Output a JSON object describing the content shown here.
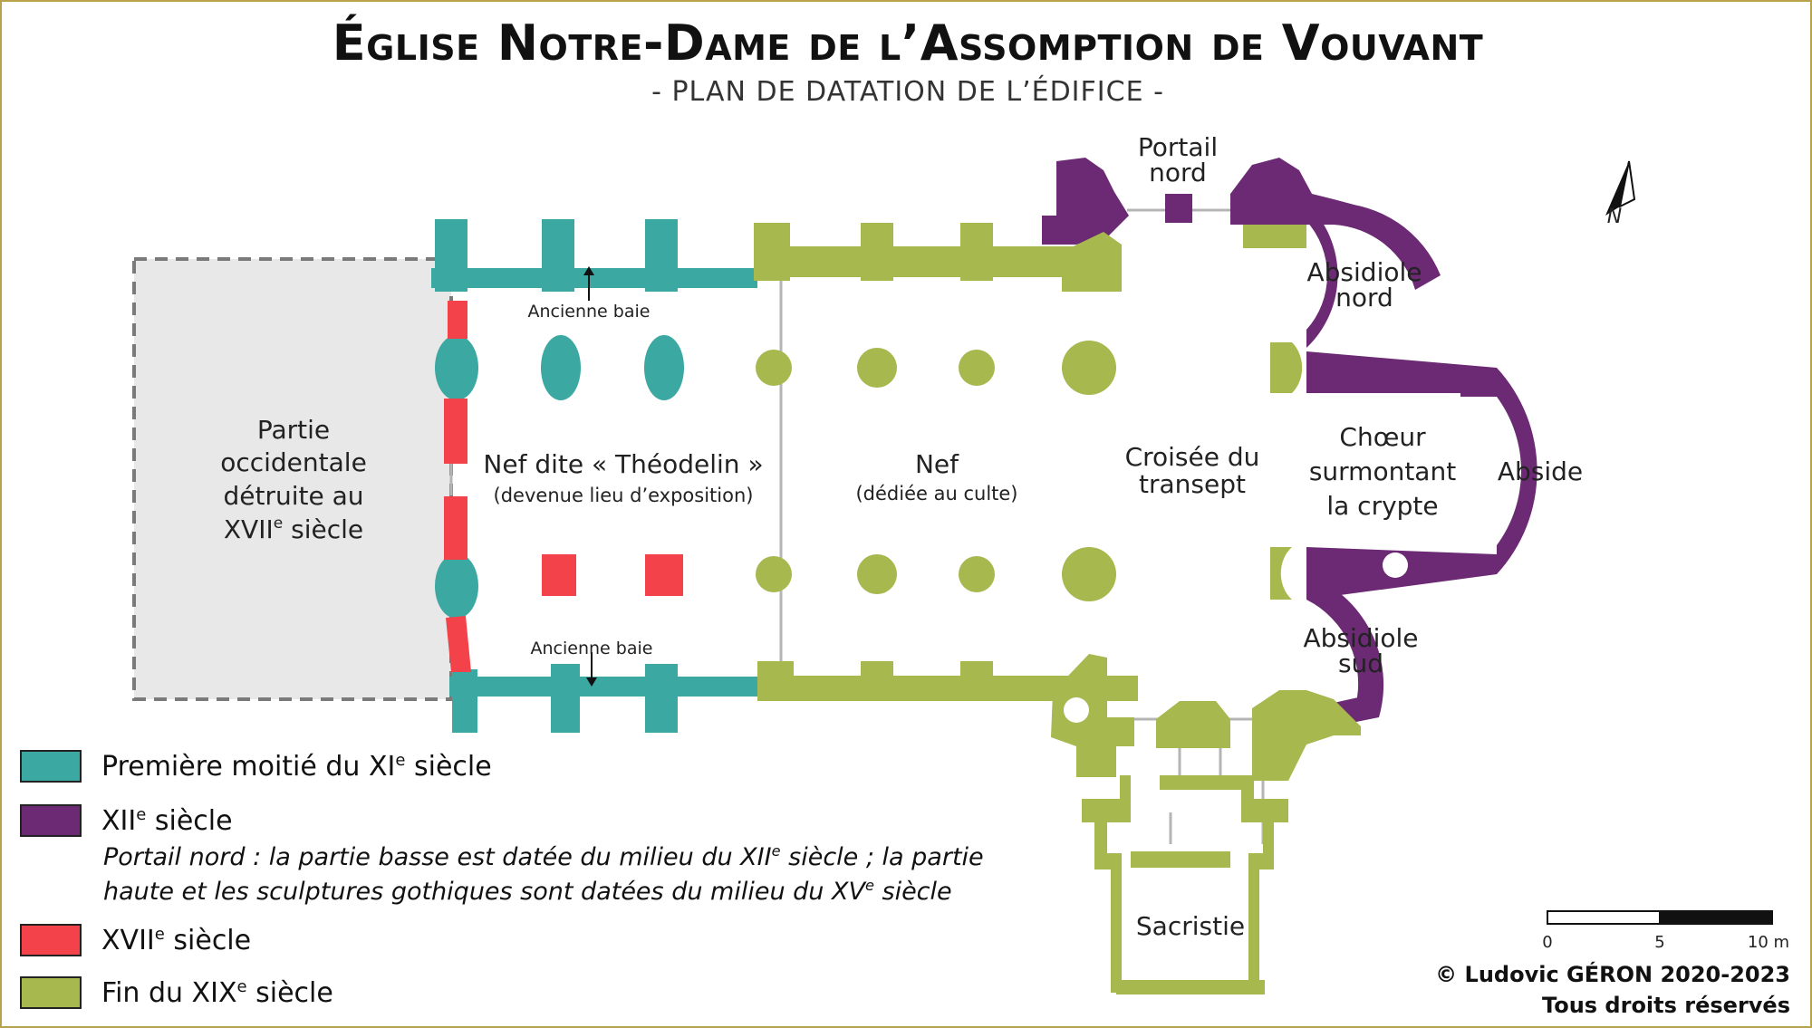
{
  "header": {
    "title": "Église Notre-Dame de l’Assomption de Vouvant",
    "subtitle": "- PLAN DE DATATION DE L’ÉDIFICE -"
  },
  "colors": {
    "xi_first_half": "#3ba8a2",
    "xii": "#6b2a73",
    "xvii": "#f4424a",
    "late_xix": "#a6b84e",
    "destroyed_fill": "#e8e8e8",
    "border": "#b8a24a"
  },
  "plan_labels": {
    "west_part": [
      "Partie",
      "occidentale",
      "détruite au"
    ],
    "west_part_century": "XVII",
    "west_part_sup": "e",
    "west_part_tail": " siècle",
    "old_window_north": "Ancienne baie",
    "old_window_south": "Ancienne baie",
    "theodelin_nave": "Nef dite « Théodelin »",
    "theodelin_nave_sub": "(devenue lieu d’exposition)",
    "nave": "Nef",
    "nave_sub": "(dédiée au culte)",
    "crossing": [
      "Croisée du",
      "transept"
    ],
    "north_portal": [
      "Portail",
      "nord"
    ],
    "north_apsidiole": [
      "Absidiole",
      "nord"
    ],
    "choir": [
      "Chœur",
      "surmontant",
      "la crypte"
    ],
    "apse": "Abside",
    "south_apsidiole": [
      "Absidiole",
      "sud"
    ],
    "sacristy": "Sacristie",
    "north_arrow": "N"
  },
  "legend": {
    "item1": {
      "text": "Première moitié du XI",
      "sup": "e",
      "tail": " siècle"
    },
    "item2": {
      "text": "XII",
      "sup": "e",
      "tail": " siècle"
    },
    "item2_note_line1": {
      "a": "Portail nord : la partie basse est datée du milieu du XII",
      "sup": "e",
      "b": " siècle ; la partie"
    },
    "item2_note_line2": {
      "a": "haute et les sculptures gothiques sont datées du milieu du XV",
      "sup": "e",
      "b": " siècle"
    },
    "item3": {
      "text": "XVII",
      "sup": "e",
      "tail": " siècle"
    },
    "item4": {
      "text": "Fin du XIX",
      "sup": "e",
      "tail": " siècle"
    }
  },
  "scale": {
    "ticks": [
      "0",
      "5",
      "10 m"
    ]
  },
  "credit": {
    "line1": "© Ludovic GÉRON 2020-2023",
    "line2": "Tous droits réservés"
  }
}
